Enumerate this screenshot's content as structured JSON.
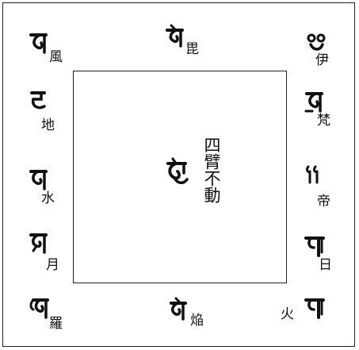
{
  "labels": {
    "wind": "風",
    "bi": "毘",
    "i": "伊",
    "earth": "地",
    "brahma": "梵",
    "water": "水",
    "indra": "帝",
    "moon": "月",
    "sun": "日",
    "rahu": "羅",
    "flame": "焔",
    "fire": "火"
  },
  "center": {
    "text": "四臂不動"
  }
}
